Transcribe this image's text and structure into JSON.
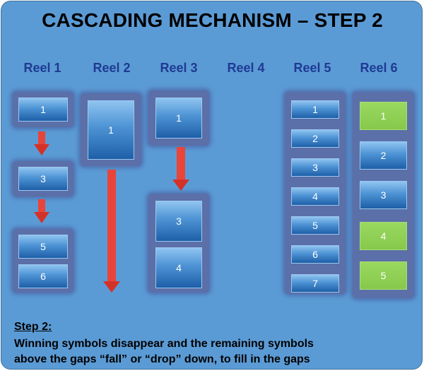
{
  "title": "CASCADING MECHANISM – STEP 2",
  "reels": [
    {
      "label": "Reel 1"
    },
    {
      "label": "Reel 2"
    },
    {
      "label": "Reel 3"
    },
    {
      "label": "Reel 4"
    },
    {
      "label": "Reel 5"
    },
    {
      "label": "Reel 6"
    }
  ],
  "reel1": {
    "symbols": [
      "1",
      "3",
      "5",
      "6"
    ]
  },
  "reel2": {
    "symbols": [
      "1"
    ]
  },
  "reel3": {
    "symbols": [
      "1",
      "3",
      "4"
    ]
  },
  "reel5": {
    "symbols": [
      "1",
      "2",
      "3",
      "4",
      "5",
      "6",
      "7"
    ]
  },
  "reel6": {
    "symbols": [
      "1",
      "2",
      "3",
      "4",
      "5"
    ],
    "winning": [
      "1",
      "4",
      "5"
    ]
  },
  "colors": {
    "background": "#5b9bd5",
    "winning_symbol": "#86c84c",
    "arrow": "#e8443a",
    "label": "#1f3a93"
  },
  "step": {
    "heading": "Step 2:",
    "description": "Winning symbols disappear and the remaining symbols\nabove the gaps “fall” or “drop” down, to fill in the gaps"
  }
}
